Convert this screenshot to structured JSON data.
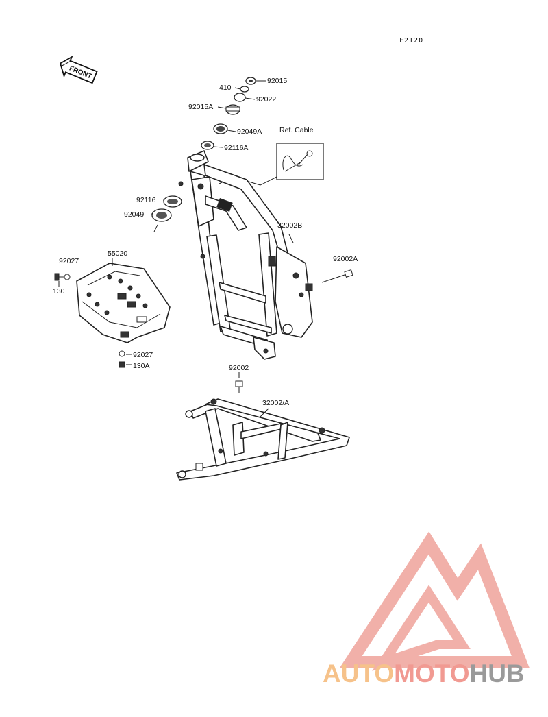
{
  "diagram": {
    "code": "F2120",
    "front_label": "FRONT",
    "ref_cable_label": "Ref. Cable",
    "parts": [
      {
        "label": "92015"
      },
      {
        "label": "410"
      },
      {
        "label": "92022"
      },
      {
        "label": "92015A"
      },
      {
        "label": "92049A"
      },
      {
        "label": "92116A"
      },
      {
        "label": "92116"
      },
      {
        "label": "92049"
      },
      {
        "label": "32002B"
      },
      {
        "label": "92002A"
      },
      {
        "label": "55020"
      },
      {
        "label": "92027"
      },
      {
        "label": "130"
      },
      {
        "label": "92027"
      },
      {
        "label": "130A"
      },
      {
        "label": "92002"
      },
      {
        "label": "32002/A"
      }
    ]
  },
  "watermark": {
    "part1": "AUTO",
    "part2": "MOTO",
    "part3": "HUB",
    "color1": "#f6c28a",
    "color2": "#f19a92",
    "color3": "#9a9a9a",
    "logo_color": "#f0a8a0"
  }
}
